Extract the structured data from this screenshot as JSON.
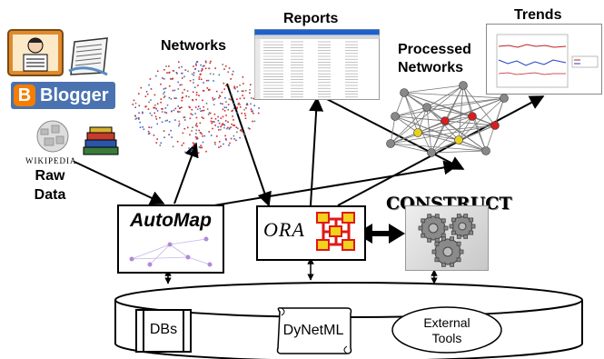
{
  "labels": {
    "raw_line1": "Raw",
    "raw_line2": "Data",
    "networks": "Networks",
    "reports": "Reports",
    "trends": "Trends",
    "processed_line1": "Processed",
    "processed_line2": "Networks",
    "automap": "AutoMap",
    "ora": "ORA",
    "construct": "CONSTRUCT",
    "dbs": "DBs",
    "dynetml": "DyNetML",
    "external_line1": "External",
    "external_line2": "Tools"
  },
  "logos": {
    "blogger": "Blogger",
    "wikipedia": "Wikipedia"
  },
  "colors": {
    "blogger_orange": "#f57d00",
    "blogger_bar": "#4a72b0",
    "ora_red": "#e01818",
    "ora_yellow": "#f2d21a",
    "gear_gray": "#8a8a8a",
    "node_red": "#d42020",
    "node_yellow": "#e8d020"
  },
  "icons": [
    "newspaper-reader-icon",
    "newspaper-icon",
    "blogger-logo",
    "wikipedia-globe-icon",
    "books-icon",
    "gear-icon"
  ]
}
